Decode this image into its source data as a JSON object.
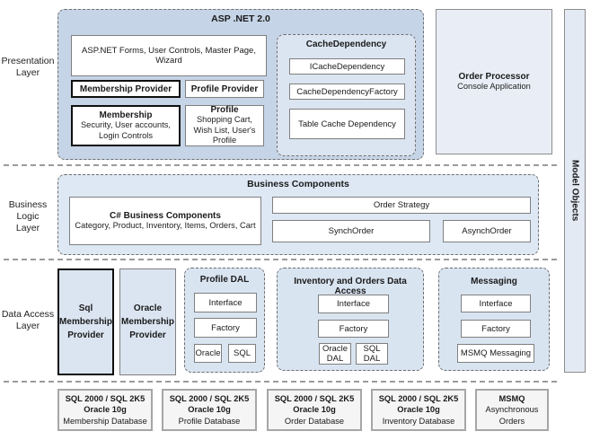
{
  "layer_labels": {
    "presentation": "Presentation\nLayer",
    "business": "Business Logic\nLayer",
    "data_access": "Data Access\nLayer"
  },
  "presentation": {
    "title": "ASP .NET 2.0",
    "forms_box": "ASP.NET Forms, User Controls, Master Page, Wizard",
    "membership_provider": "Membership Provider",
    "profile_provider": "Profile Provider",
    "membership": {
      "title": "Membership",
      "subtitle": "Security, User accounts, Login Controls"
    },
    "profile": {
      "title": "Profile",
      "subtitle": "Shopping Cart, Wish List, User's Profile"
    },
    "cache": {
      "title": "CacheDependency",
      "item1": "ICacheDependency",
      "item2": "CacheDependencyFactory",
      "item3": "Table Cache Dependency"
    }
  },
  "order_processor": {
    "title": "Order Processor",
    "subtitle": "Console Application"
  },
  "model_objects": "Model Objects",
  "business": {
    "title": "Business Components",
    "components": {
      "title": "C# Business Components",
      "subtitle": "Category, Product, Inventory, Items, Orders, Cart"
    },
    "order_strategy": "Order Strategy",
    "synch": "SynchOrder",
    "asynch": "AsynchOrder"
  },
  "data_access": {
    "sql_provider": "Sql\nMembership\nProvider",
    "oracle_provider": "Oracle\nMembership\nProvider",
    "profile_dal": {
      "title": "Profile DAL",
      "interface_label": "Interface",
      "factory_label": "Factory",
      "left_db": "Oracle",
      "right_db": "SQL"
    },
    "inventory": {
      "title": "Inventory and Orders Data Access",
      "interface_label": "Interface",
      "factory_label": "Factory",
      "left_db": "Oracle\nDAL",
      "right_db": "SQL\nDAL"
    },
    "messaging": {
      "title": "Messaging",
      "interface_label": "Interface",
      "factory_label": "Factory",
      "bottom": "MSMQ Messaging"
    }
  },
  "databases": [
    {
      "line1": "SQL 2000 / SQL 2K5",
      "line2": "Oracle 10g",
      "line3": "Membership Database"
    },
    {
      "line1": "SQL 2000 / SQL 2K5",
      "line2": "Oracle 10g",
      "line3": "Profile Database"
    },
    {
      "line1": "SQL 2000 / SQL 2K5",
      "line2": "Oracle 10g",
      "line3": "Order Database"
    },
    {
      "line1": "SQL 2000 / SQL 2K5",
      "line2": "Oracle 10g",
      "line3": "Inventory Database"
    },
    {
      "line1": "MSMQ",
      "line2": "Asynchronous Orders",
      "line3": ""
    }
  ]
}
